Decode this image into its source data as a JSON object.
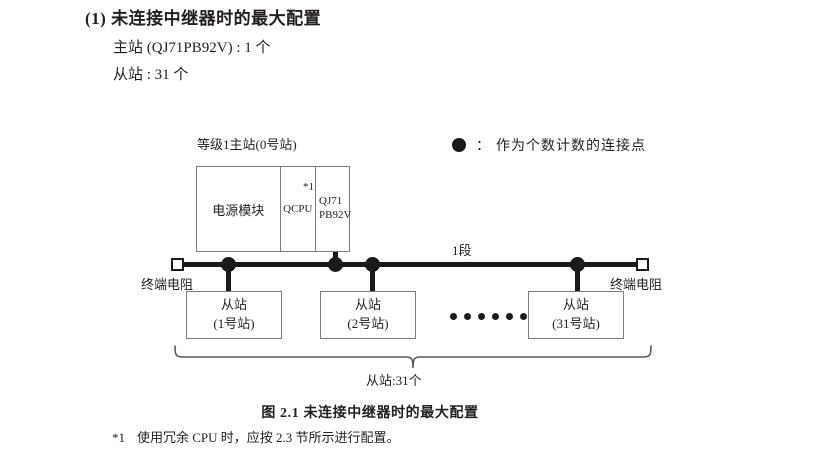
{
  "heading": {
    "section_title": "(1) 未连接中继器时的最大配置",
    "spec_master": "主站 (QJ71PB92V) : 1 个",
    "spec_slave": "从站 : 31 个"
  },
  "legend": {
    "symbol": "filled-circle",
    "colon": "：",
    "text": "作为个数计数的连接点"
  },
  "diagram": {
    "master_label": "等级1主站(0号站)",
    "master_module": {
      "power_cell": "电源模块",
      "cpu_cell": "QCPU",
      "network_cell": "QJ71\nPB92V",
      "network_cell_line1": "QJ71",
      "network_cell_line2": "PB92V",
      "footnote_marker": "*1"
    },
    "segment_label": "1段",
    "terminator_left": "终端电阻",
    "terminator_right": "终端电阻",
    "slaves": [
      {
        "title": "从站",
        "station": "(1号站)"
      },
      {
        "title": "从站",
        "station": "(2号站)"
      },
      {
        "title": "从站",
        "station": "(31号站)"
      }
    ],
    "ellipsis_count": 6,
    "brace_label": "从站:31个",
    "connection_dot_count": 4
  },
  "caption": "图 2.1  未连接中继器时的最大配置",
  "footnote": {
    "marker": "*1",
    "text": "使用冗余 CPU 时，应按 2.3 节所示进行配置。"
  },
  "colors": {
    "ink": "#231f20",
    "line": "#1a1a1a",
    "box_border": "#7d7d7d",
    "background": "#ffffff"
  }
}
